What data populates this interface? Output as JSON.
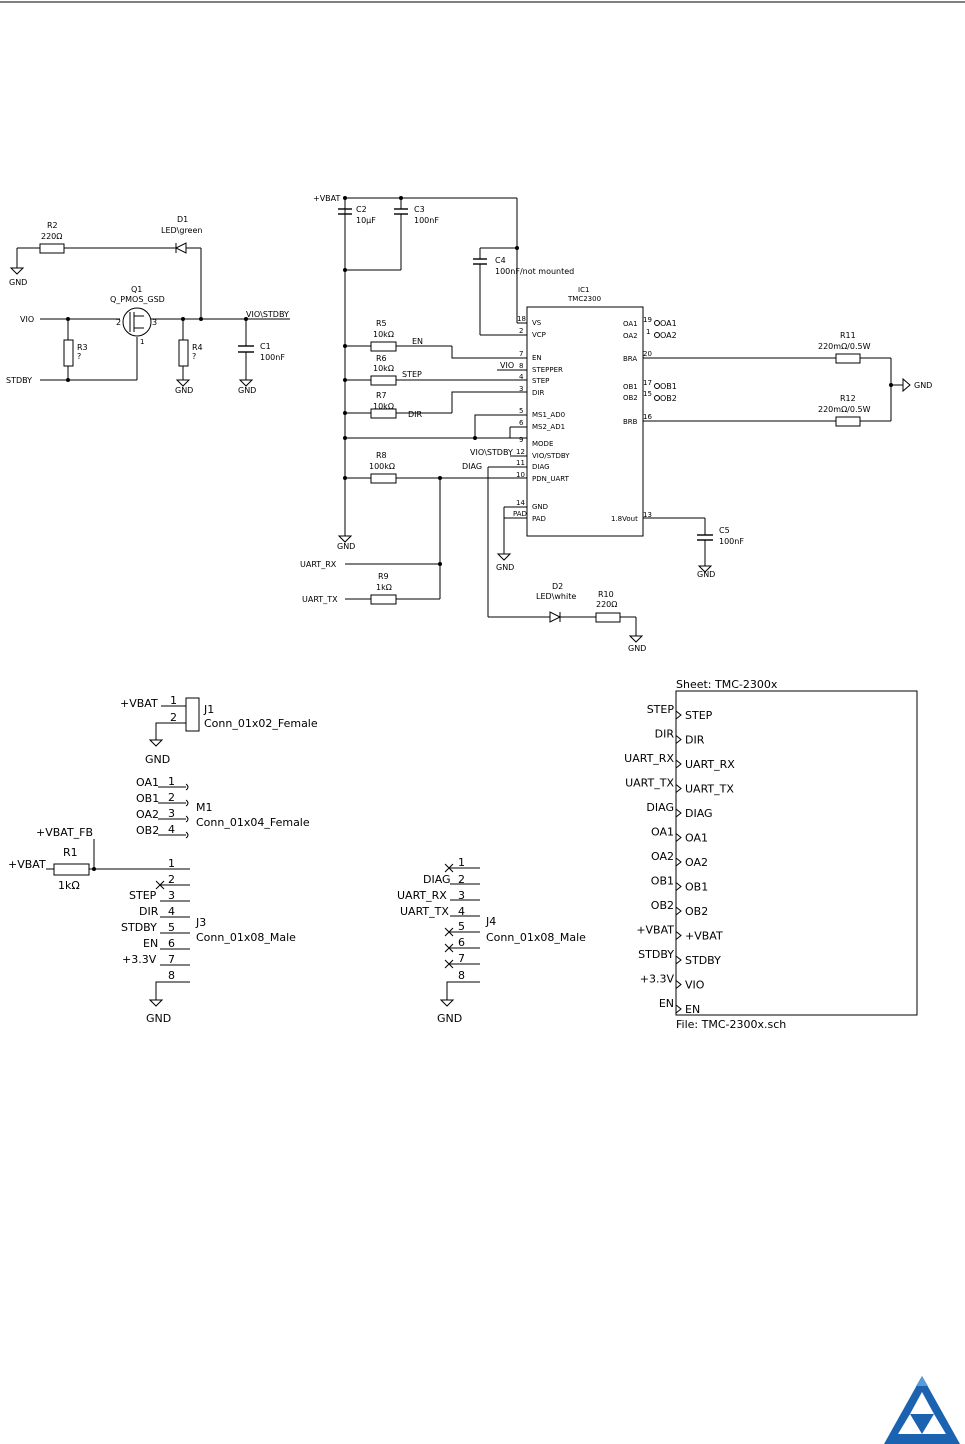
{
  "schematic_top": {
    "led_circuit": {
      "r2": {
        "ref": "R2",
        "value": "220Ω"
      },
      "d1": {
        "ref": "D1",
        "value": "LED\\green"
      },
      "q1": {
        "ref": "Q1",
        "value": "Q_PMOS_GSD",
        "pin2": "2",
        "pin3": "3",
        "pin1": "1"
      },
      "r3": {
        "ref": "R3",
        "value": "?"
      },
      "r4": {
        "ref": "R4",
        "value": "?"
      },
      "c1": {
        "ref": "C1",
        "value": "100nF"
      },
      "vio_label": "VIO",
      "stdby_label": "STDBY",
      "vio_stdby_label": "VIO\\STDBY",
      "gnd": "GND"
    },
    "driver": {
      "vbat_label": "+VBAT",
      "c2": {
        "ref": "C2",
        "value": "10µF"
      },
      "c3": {
        "ref": "C3",
        "value": "100nF"
      },
      "c4": {
        "ref": "C4",
        "value": "100nF/not mounted"
      },
      "r5": {
        "ref": "R5",
        "value": "10kΩ"
      },
      "r6": {
        "ref": "R6",
        "value": "10kΩ"
      },
      "r7": {
        "ref": "R7",
        "value": "10kΩ"
      },
      "r8": {
        "ref": "R8",
        "value": "100kΩ"
      },
      "r9": {
        "ref": "R9",
        "value": "1kΩ"
      },
      "r10": {
        "ref": "R10",
        "value": "220Ω"
      },
      "r11": {
        "ref": "R11",
        "value": "220mΩ/0.5W"
      },
      "r12": {
        "ref": "R12",
        "value": "220mΩ/0.5W"
      },
      "c5": {
        "ref": "C5",
        "value": "100nF"
      },
      "d2": {
        "ref": "D2",
        "value": "LED\\white"
      },
      "en_label": "EN",
      "step_label": "STEP",
      "dir_label": "DIR",
      "vio_label": "VIO",
      "vio_stdby_label": "VIO\\STDBY",
      "diag_label": "DIAG",
      "uart_rx_label": "UART_RX",
      "uart_tx_label": "UART_TX",
      "oa1_label": "OA1",
      "oa2_label": "OA2",
      "ob1_label": "OB1",
      "ob2_label": "OB2",
      "pad_label": "PAD",
      "gnd": "GND",
      "ic": {
        "ref": "IC1",
        "value": "TMC2300",
        "left_pins": [
          {
            "num": "18",
            "name": "VS"
          },
          {
            "num": "2",
            "name": "VCP"
          },
          {
            "num": "7",
            "name": "EN"
          },
          {
            "num": "8",
            "name": "STEPPER"
          },
          {
            "num": "4",
            "name": "STEP"
          },
          {
            "num": "3",
            "name": "DIR"
          },
          {
            "num": "5",
            "name": "MS1_AD0"
          },
          {
            "num": "6",
            "name": "MS2_AD1"
          },
          {
            "num": "9",
            "name": "MODE"
          },
          {
            "num": "12",
            "name": "VIO/STDBY"
          },
          {
            "num": "11",
            "name": "DIAG"
          },
          {
            "num": "10",
            "name": "PDN_UART"
          },
          {
            "num": "14",
            "name": "GND"
          },
          {
            "num": "",
            "name": "PAD"
          }
        ],
        "right_pins": [
          {
            "num": "19",
            "name": "OA1"
          },
          {
            "num": "1",
            "name": "OA2"
          },
          {
            "num": "20",
            "name": "BRA"
          },
          {
            "num": "17",
            "name": "OB1"
          },
          {
            "num": "15",
            "name": "OB2"
          },
          {
            "num": "16",
            "name": "BRB"
          },
          {
            "num": "13",
            "name": "1.8Vout"
          }
        ]
      }
    }
  },
  "schematic_bottom": {
    "j1": {
      "ref": "J1",
      "value": "Conn_01x02_Female",
      "pins": [
        {
          "num": "1",
          "net": "+VBAT"
        },
        {
          "num": "2",
          "net": ""
        }
      ],
      "gnd": "GND"
    },
    "m1": {
      "ref": "M1",
      "value": "Conn_01x04_Female",
      "pins": [
        {
          "num": "1",
          "net": "OA1"
        },
        {
          "num": "2",
          "net": "OB1"
        },
        {
          "num": "3",
          "net": "OA2"
        },
        {
          "num": "4",
          "net": "OB2"
        }
      ]
    },
    "r1": {
      "ref": "R1",
      "value": "1kΩ",
      "vbat_fb": "+VBAT_FB",
      "vbat": "+VBAT"
    },
    "j3": {
      "ref": "J3",
      "value": "Conn_01x08_Male",
      "pins": [
        {
          "num": "1",
          "net": ""
        },
        {
          "num": "2",
          "net": ""
        },
        {
          "num": "3",
          "net": "STEP"
        },
        {
          "num": "4",
          "net": "DIR"
        },
        {
          "num": "5",
          "net": "STDBY"
        },
        {
          "num": "6",
          "net": "EN"
        },
        {
          "num": "7",
          "net": "+3.3V"
        },
        {
          "num": "8",
          "net": ""
        }
      ],
      "gnd": "GND"
    },
    "j4": {
      "ref": "J4",
      "value": "Conn_01x08_Male",
      "pins": [
        {
          "num": "1",
          "net": ""
        },
        {
          "num": "2",
          "net": "DIAG"
        },
        {
          "num": "3",
          "net": "UART_RX"
        },
        {
          "num": "4",
          "net": "UART_TX"
        },
        {
          "num": "5",
          "net": ""
        },
        {
          "num": "6",
          "net": ""
        },
        {
          "num": "7",
          "net": ""
        },
        {
          "num": "8",
          "net": ""
        }
      ],
      "gnd": "GND"
    },
    "sheet": {
      "title": "Sheet: TMC-2300x",
      "file": "File: TMC-2300x.sch",
      "pins": [
        {
          "net": "STEP",
          "pin": "STEP"
        },
        {
          "net": "DIR",
          "pin": "DIR"
        },
        {
          "net": "UART_RX",
          "pin": "UART_RX"
        },
        {
          "net": "UART_TX",
          "pin": "UART_TX"
        },
        {
          "net": "DIAG",
          "pin": "DIAG"
        },
        {
          "net": "OA1",
          "pin": "OA1"
        },
        {
          "net": "OA2",
          "pin": "OA2"
        },
        {
          "net": "OB1",
          "pin": "OB1"
        },
        {
          "net": "OB2",
          "pin": "OB2"
        },
        {
          "net": "+VBAT",
          "pin": "+VBAT"
        },
        {
          "net": "STDBY",
          "pin": "STDBY"
        },
        {
          "net": "+3.3V",
          "pin": "VIO"
        },
        {
          "net": "EN",
          "pin": "EN"
        }
      ]
    }
  },
  "logo": {
    "name": "trinamic-logo",
    "colors": {
      "primary": "#1b63b0",
      "light": "#5b9bd5"
    }
  }
}
